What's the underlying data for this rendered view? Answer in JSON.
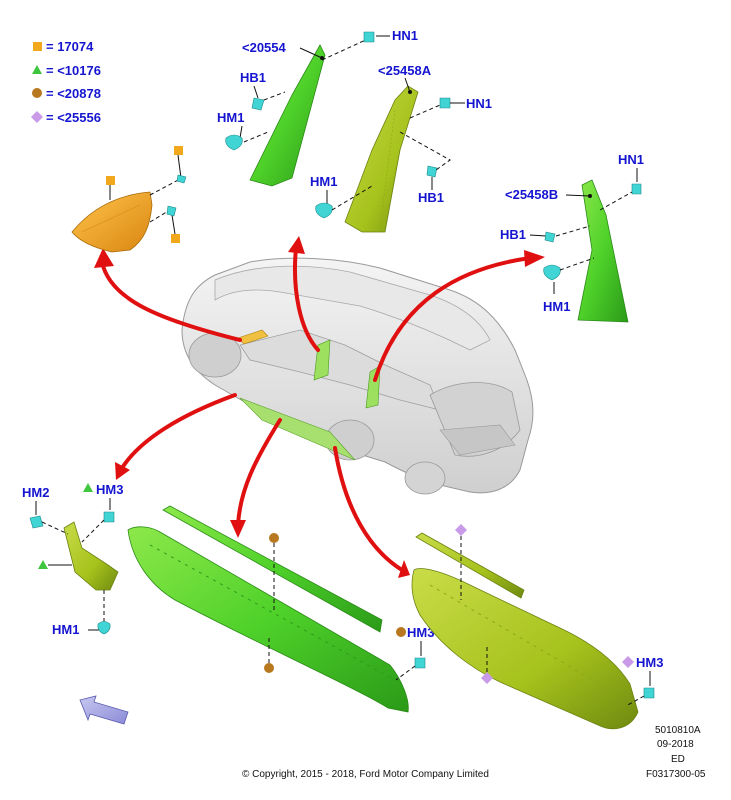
{
  "legend": [
    {
      "symbol": "square",
      "color": "#f2a81d",
      "label": "= 17074"
    },
    {
      "symbol": "triangle",
      "color": "#3fc63f",
      "label": "= <10176"
    },
    {
      "symbol": "circle",
      "color": "#b8781f",
      "label": "= <20878"
    },
    {
      "symbol": "diamond",
      "color": "#c89ae8",
      "label": "= <25556"
    }
  ],
  "callouts": {
    "p20554": "<20554",
    "p25458a": "<25458A",
    "p25458b": "<25458B",
    "hn1_a": "HN1",
    "hn1_b": "HN1",
    "hn1_c": "HN1",
    "hb1_a": "HB1",
    "hb1_b": "HB1",
    "hb1_c": "HB1",
    "hm1_a": "HM1",
    "hm1_b": "HM1",
    "hm1_c": "HM1",
    "hm1_d": "HM1",
    "hm2": "HM2",
    "hm3_a": "HM3",
    "hm3_b": "HM3",
    "hm3_c": "HM3"
  },
  "meta": {
    "code": "5010810A",
    "date": "09-2018",
    "ed": "ED",
    "figure": "F0317300-05",
    "copyright": "© Copyright, 2015 - 2018, Ford Motor Company Limited"
  },
  "colors": {
    "callout": "#1515d0",
    "arrow": "#e01010",
    "part_green": "#4fd12a",
    "part_olive": "#a6c21c",
    "part_orange": "#f0a020",
    "clip_cyan": "#40d4d4"
  }
}
